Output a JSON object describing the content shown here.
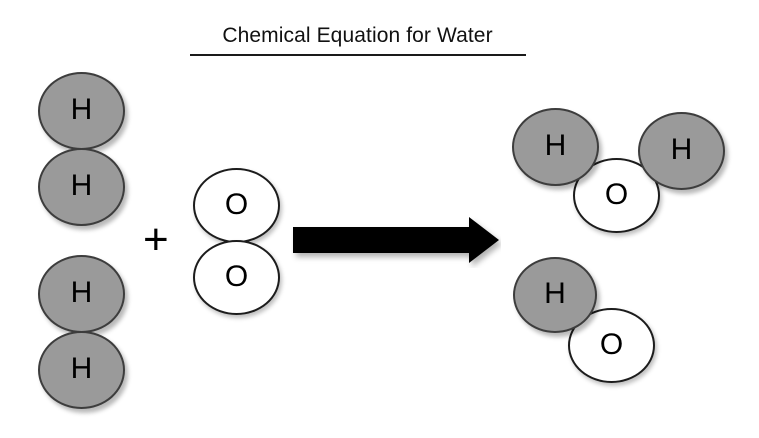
{
  "title": {
    "text": "Chemical Equation for Water",
    "underlined": true
  },
  "operators": {
    "plus": "+",
    "arrow": "reaction-arrow-right"
  },
  "colors": {
    "hydrogen_fill": "#9a9a9a",
    "hydrogen_stroke": "#3d3d3d",
    "oxygen_fill": "#ffffff",
    "oxygen_stroke": "#1c1c1c",
    "arrow": "#000000",
    "text": "#000000",
    "background": "#ffffff"
  },
  "reactants": {
    "hydrogen_molecules": [
      {
        "atoms": [
          {
            "label": "H"
          },
          {
            "label": "H"
          }
        ]
      },
      {
        "atoms": [
          {
            "label": "H"
          },
          {
            "label": "H"
          }
        ]
      }
    ],
    "oxygen_molecule": {
      "atoms": [
        {
          "label": "O"
        },
        {
          "label": "O"
        }
      ]
    }
  },
  "products": {
    "water_molecules": [
      {
        "atoms": [
          {
            "label": "H",
            "element": "hydrogen"
          },
          {
            "label": "H",
            "element": "hydrogen"
          },
          {
            "label": "O",
            "element": "oxygen"
          }
        ]
      },
      {
        "atoms": [
          {
            "label": "H",
            "element": "hydrogen"
          },
          {
            "label": "O",
            "element": "oxygen"
          }
        ]
      }
    ]
  }
}
